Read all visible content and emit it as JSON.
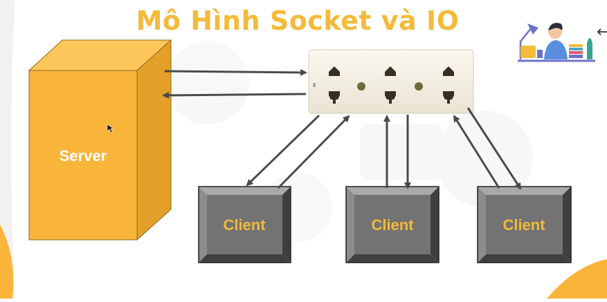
{
  "slide": {
    "title": "Mô Hình Socket và IO",
    "server_label": "Server",
    "client_labels": [
      "Client",
      "Client",
      "Client"
    ]
  },
  "colors": {
    "title": "#f4ba3a",
    "server_front": "#f9b53a",
    "server_side": "#e3a028",
    "client_face": "#737373",
    "client_text": "#f4ba3a",
    "arrow": "#4a4a4a",
    "corner_accent": "#f9b53a"
  },
  "icons": {
    "presenter_illustration": "person-at-desk-illustration",
    "power_strip": "power-outlet-strip",
    "cursor": "mouse-pointer-icon",
    "back_arrow": "arrow-left-icon"
  }
}
